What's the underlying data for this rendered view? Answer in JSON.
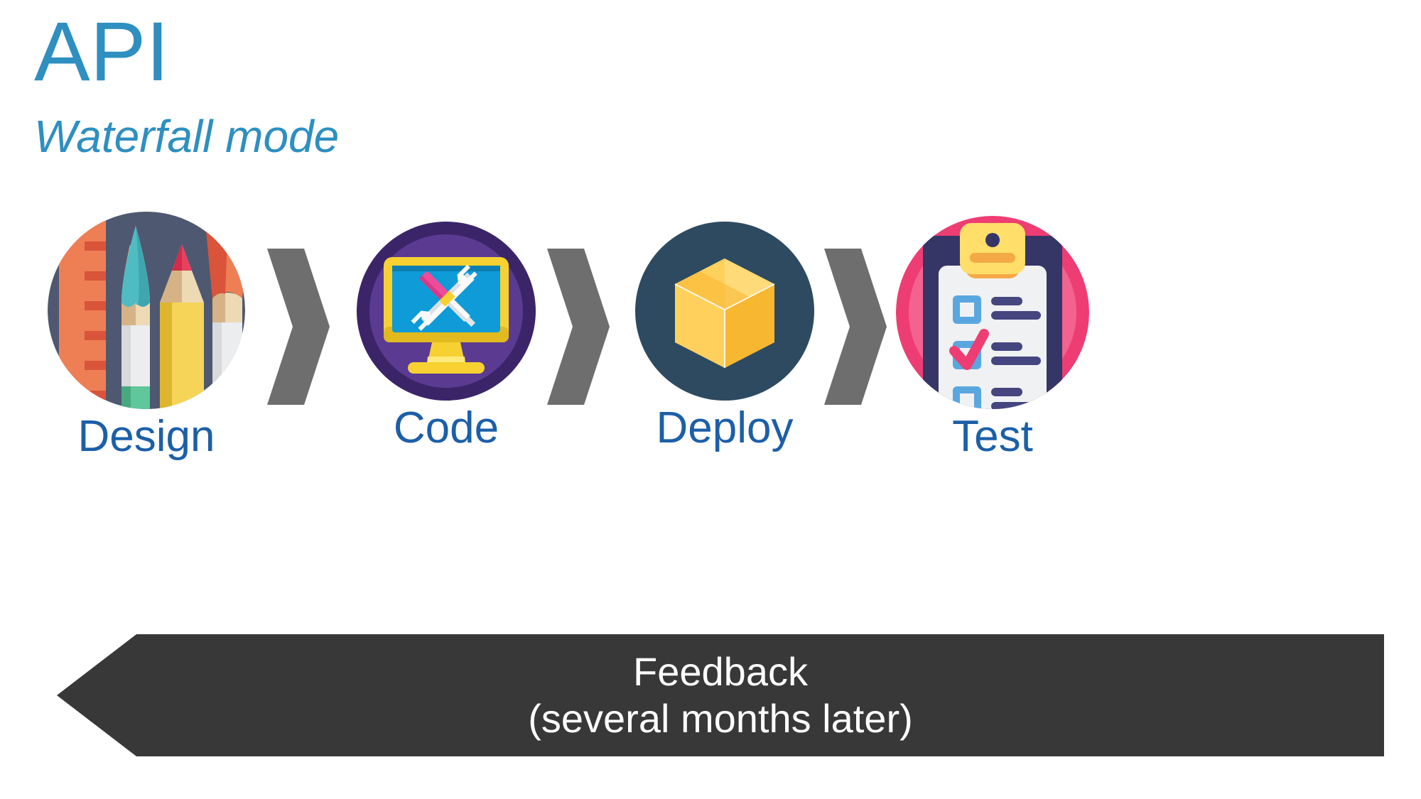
{
  "header": {
    "title": "API",
    "subtitle": "Waterfall mode",
    "title_color": "#2E8FC0",
    "subtitle_color": "#2E8FC0"
  },
  "pipeline": {
    "label_color": "#1C5FA8",
    "separator_color": "#6E6E6E",
    "separator_icon": "chevron-right-icon",
    "stages": [
      {
        "label": "Design",
        "icon": "design-tools-icon",
        "circle_color": "#4F5871",
        "accent_colors": [
          "#EE7F55",
          "#D9543A",
          "#3FA6AE",
          "#5FC79B",
          "#F5D458",
          "#E8405F",
          "#E0C9A6"
        ]
      },
      {
        "label": "Code",
        "icon": "monitor-tools-icon",
        "circle_color": "#5B3B92",
        "accent_colors": [
          "#3B2568",
          "#F7D131",
          "#0E9BD8",
          "#EE4C9B",
          "#F0F0F0"
        ]
      },
      {
        "label": "Deploy",
        "icon": "package-box-icon",
        "circle_color": "#2E4A61",
        "accent_colors": [
          "#FFD15C",
          "#F7B731",
          "#FFCB4F"
        ]
      },
      {
        "label": "Test",
        "icon": "clipboard-checklist-icon",
        "circle_color": "#EE3D73",
        "accent_colors": [
          "#353566",
          "#FFDE6A",
          "#F0F1F2",
          "#5AA7E0",
          "#EE3D73",
          "#454580"
        ]
      }
    ]
  },
  "feedback": {
    "icon": "left-arrow-banner",
    "line1": "Feedback",
    "line2": "(several months later)",
    "background_color": "#383838",
    "text_color": "#FFFFFF"
  }
}
